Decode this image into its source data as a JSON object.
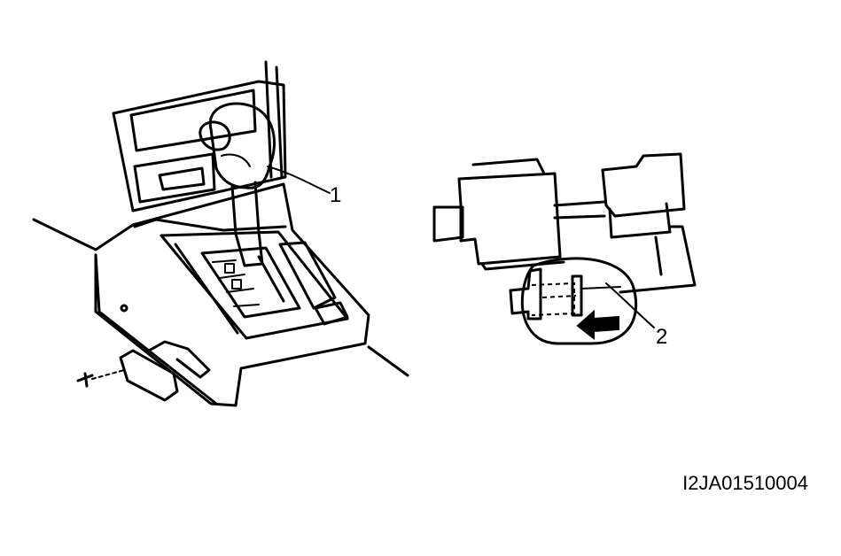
{
  "callouts": {
    "shift_lever": "1",
    "release_component": "2"
  },
  "figure_id": "I2JA01510004",
  "colors": {
    "ink": "#000000",
    "paper": "#ffffff"
  }
}
